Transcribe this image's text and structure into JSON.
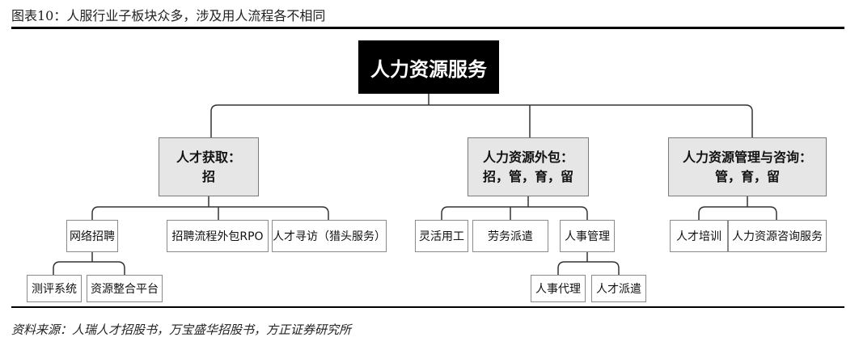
{
  "header": {
    "title": "图表10：人服行业子板块众多，涉及用人流程各不相同"
  },
  "diagram": {
    "root": "人力资源服务",
    "categories": [
      {
        "line1": "人才获取：",
        "line2": "招"
      },
      {
        "line1": "人力资源外包：",
        "line2": "招，管，育，留"
      },
      {
        "line1": "人力资源管理与咨询：",
        "line2": "管，育，留"
      }
    ],
    "leaves": {
      "network_recruit": "网络招聘",
      "rpo": "招聘流程外包RPO",
      "headhunt": "人才寻访（猎头服务）",
      "flex_employ": "灵活用工",
      "labor_dispatch": "劳务派遣",
      "hr_management": "人事管理",
      "talent_training": "人才培训",
      "hr_consulting": "人力资源咨询服务",
      "assessment_system": "测评系统",
      "resource_platform": "资源整合平台",
      "hr_agency": "人事代理",
      "talent_dispatch": "人才派遣"
    }
  },
  "footer": {
    "source": "资料来源：人瑞人才招股书，万宝盛华招股书，方正证券研究所"
  }
}
